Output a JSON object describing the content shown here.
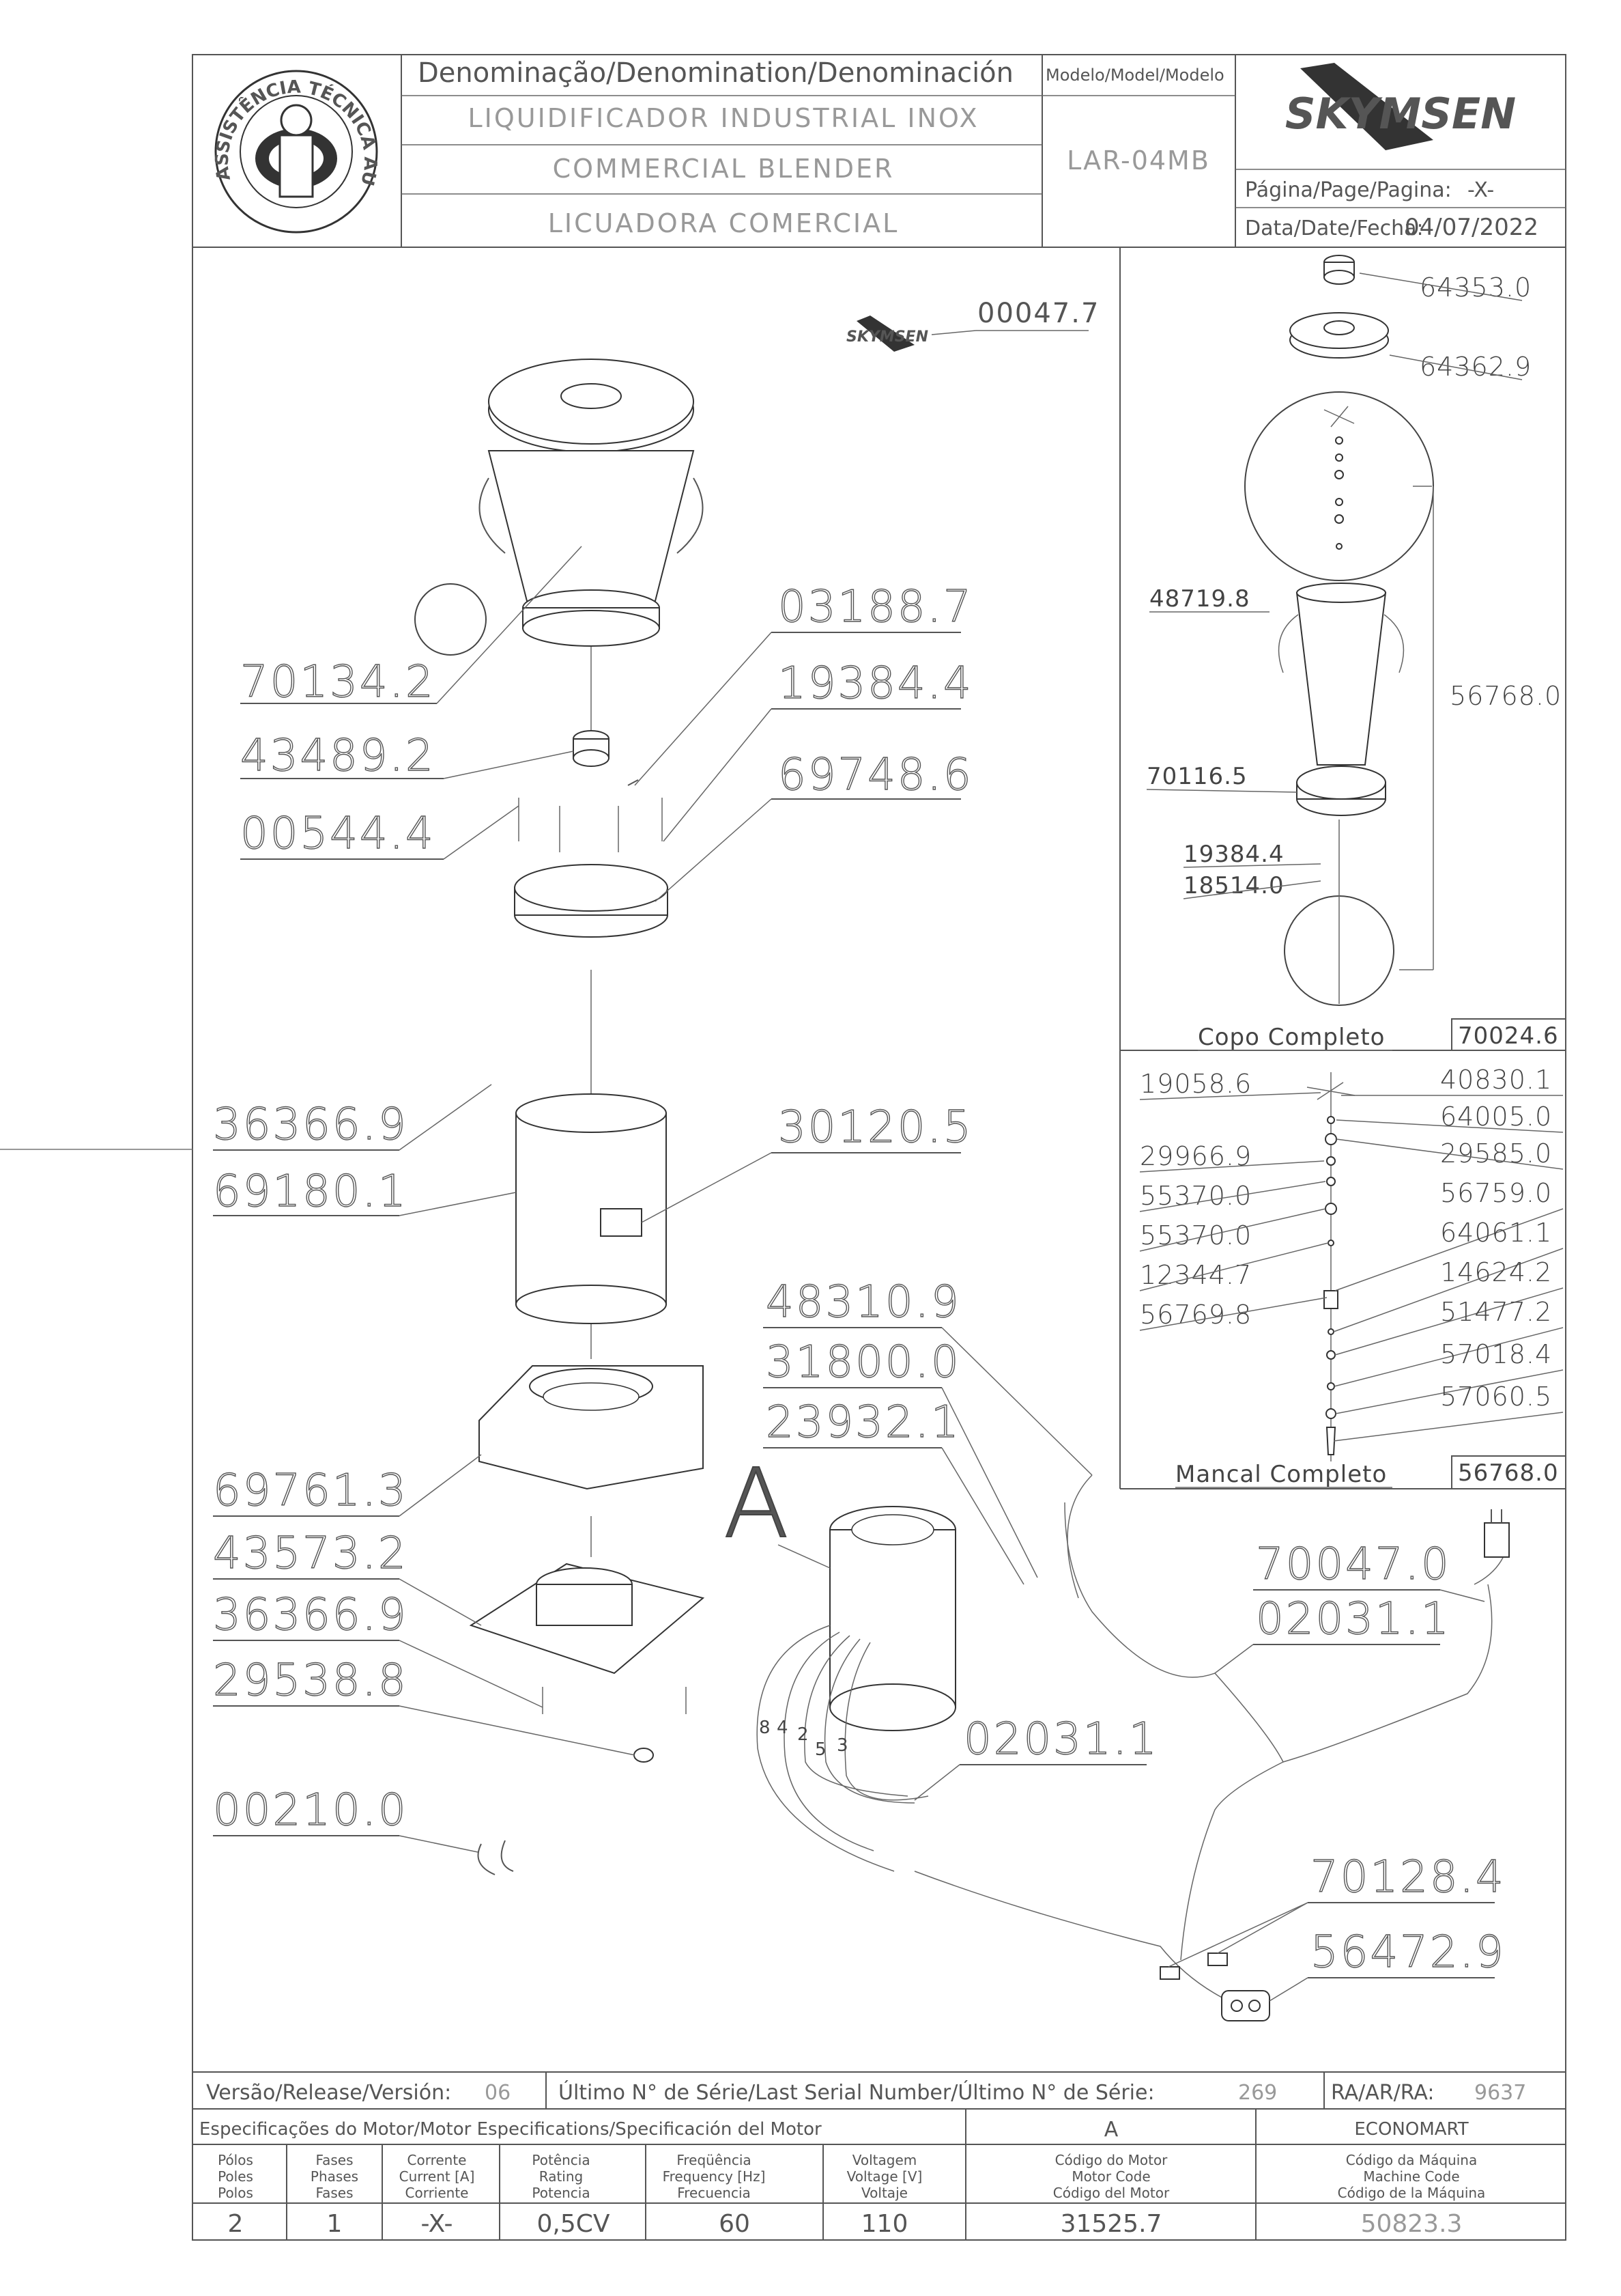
{
  "header": {
    "denomination_label": "Denominação/Denomination/Denominación",
    "model_label": "Modelo/Model/Modelo",
    "name_pt": "LIQUIDIFICADOR INDUSTRIAL INOX",
    "name_en": "COMMERCIAL BLENDER",
    "name_es": "LICUADORA COMERCIAL",
    "model": "LAR-04MB",
    "brand": "SKYMSEN",
    "page_label": "Página/Page/Pagina:",
    "page_value": "-X-",
    "date_label": "Data/Date/Fecha:",
    "date_value": "04/07/2022",
    "seal_text": "ASSISTÊNCIA TÉCNICA AUTORIZADA"
  },
  "main_parts": {
    "p00047": "00047.7",
    "p70134": "70134.2",
    "p43489": "43489.2",
    "p00544": "00544.4",
    "p03188": "03188.7",
    "p19384": "19384.4",
    "p69748": "69748.6",
    "p36366a": "36366.9",
    "p69180": "69180.1",
    "p30120": "30120.5",
    "p69761": "69761.3",
    "p43573": "43573.2",
    "p36366b": "36366.9",
    "p29538": "29538.8",
    "p00210": "00210.0",
    "p48310": "48310.9",
    "p31800": "31800.0",
    "p23932": "23932.1",
    "p70047": "70047.0",
    "p02031a": "02031.1",
    "p02031b": "02031.1",
    "p70128": "70128.4",
    "p56472": "56472.9",
    "motor_label": "A",
    "wire_numbers": [
      "8",
      "4",
      "2",
      "5",
      "3"
    ]
  },
  "cup_assembly": {
    "p64353": "64353.0",
    "p64362": "64362.9",
    "p48719": "48719.8",
    "p56768": "56768.0",
    "p70116": "70116.5",
    "p19384": "19384.4",
    "p18514": "18514.0",
    "title": "Copo Completo",
    "code": "70024.6"
  },
  "bearing_assembly": {
    "left": [
      "19058.6",
      "29966.9",
      "55370.0",
      "55370.0",
      "12344.7",
      "56769.8"
    ],
    "right": [
      "40830.1",
      "64005.0",
      "29585.0",
      "56759.0",
      "64061.1",
      "14624.2",
      "51477.2",
      "57018.4",
      "57060.5"
    ],
    "title": "Mancal Completo",
    "code": "56768.0"
  },
  "footer": {
    "version_label": "Versão/Release/Versión:",
    "version_value": "06",
    "serial_label": "Último N° de Série/Last Serial Number/Último N° de Série:",
    "serial_value": "269",
    "ra_label": "RA/AR/RA:",
    "ra_value": "9637",
    "motor_spec_label": "Especificações do Motor/Motor Especifications/Specificación del Motor",
    "motor_ref": "A",
    "client": "ECONOMART",
    "columns": [
      {
        "h1": "Pólos",
        "h2": "Poles",
        "h3": "Polos",
        "value": "2"
      },
      {
        "h1": "Fases",
        "h2": "Phases",
        "h3": "Fases",
        "value": "1"
      },
      {
        "h1": "Corrente",
        "h2": "Current [A]",
        "h3": "Corriente",
        "value": "-X-"
      },
      {
        "h1": "Potência",
        "h2": "Rating",
        "h3": "Potencia",
        "value": "0,5CV"
      },
      {
        "h1": "Freqüência",
        "h2": "Frequency [Hz]",
        "h3": "Frecuencia",
        "value": "60"
      },
      {
        "h1": "Voltagem",
        "h2": "Voltage [V]",
        "h3": "Voltaje",
        "value": "110"
      },
      {
        "h1": "Código do Motor",
        "h2": "Motor Code",
        "h3": "Código del Motor",
        "value": "31525.7"
      },
      {
        "h1": "Código da Máquina",
        "h2": "Machine Code",
        "h3": "Código de la Máquina",
        "value": "50823.3"
      }
    ]
  }
}
